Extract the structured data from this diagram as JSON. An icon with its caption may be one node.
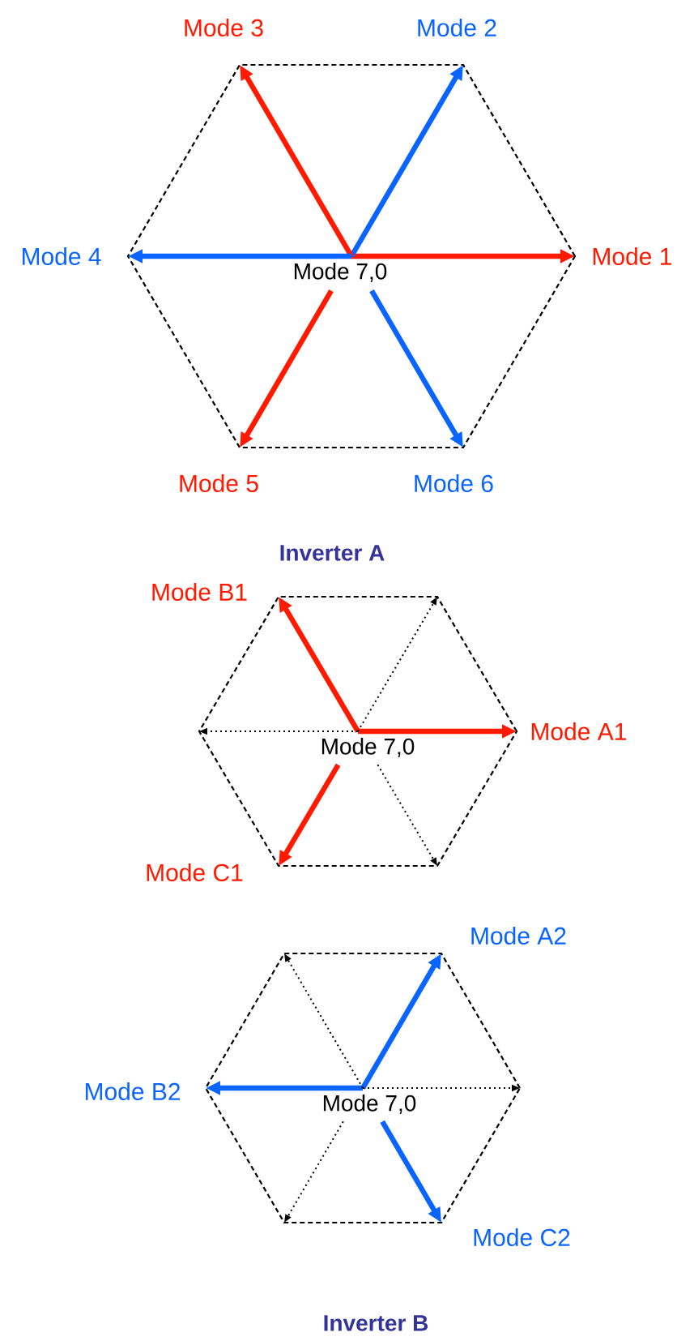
{
  "diagram": {
    "nodes": [
      {
        "text": [
          "Mode 3"
        ]
      },
      {
        "text": [
          "Mode 2"
        ]
      },
      {
        "text": [
          "Mode 4"
        ]
      },
      {
        "text": [
          "Mode 1"
        ]
      },
      {
        "text": [
          "Mode 7,0"
        ]
      },
      {
        "text": [
          "Mode 5"
        ]
      },
      {
        "text": [
          "Mode 6"
        ]
      },
      {
        "text": [
          "Mode B1"
        ]
      },
      {
        "text": [
          "Mode A1"
        ]
      },
      {
        "text": [
          "Mode 7,0"
        ]
      },
      {
        "text": [
          "Mode C1"
        ]
      },
      {
        "text": [
          "Mode A2"
        ]
      },
      {
        "text": [
          "Mode B2"
        ]
      },
      {
        "text": [
          "Mode 7,0"
        ]
      },
      {
        "text": [
          "Mode C2"
        ]
      }
    ],
    "edges": [
      {
        "from": 4,
        "to": 3,
        "arrow": "to",
        "color": "#ff1a00"
      },
      {
        "from": 4,
        "to": 1,
        "arrow": "to",
        "color": "#0a64ff"
      },
      {
        "from": 4,
        "to": 0,
        "arrow": "to",
        "color": "#ff1a00"
      },
      {
        "from": 4,
        "to": 2,
        "arrow": "to",
        "color": "#0a64ff"
      },
      {
        "from": 4,
        "to": 5,
        "arrow": "to",
        "color": "#ff1a00"
      },
      {
        "from": 4,
        "to": 6,
        "arrow": "to",
        "color": "#0a64ff"
      },
      {
        "from": 9,
        "to": 8,
        "arrow": "to",
        "color": "#ff1a00"
      },
      {
        "from": 9,
        "to": 7,
        "arrow": "to",
        "color": "#ff1a00"
      },
      {
        "from": 9,
        "to": 10,
        "arrow": "to",
        "color": "#ff1a00"
      },
      {
        "from": 9,
        "to": null,
        "arrow": "to",
        "style": "dashed",
        "color": "#000000"
      },
      {
        "from": 9,
        "to": null,
        "arrow": "to",
        "style": "dashed",
        "color": "#000000"
      },
      {
        "from": 9,
        "to": null,
        "arrow": "to",
        "style": "dashed",
        "color": "#000000"
      },
      {
        "from": 13,
        "to": 11,
        "arrow": "to",
        "color": "#0a64ff"
      },
      {
        "from": 13,
        "to": 12,
        "arrow": "to",
        "color": "#0a64ff"
      },
      {
        "from": 13,
        "to": 14,
        "arrow": "to",
        "color": "#0a64ff"
      },
      {
        "from": 13,
        "to": null,
        "arrow": "to",
        "style": "dashed",
        "color": "#000000"
      },
      {
        "from": 13,
        "to": null,
        "arrow": "to",
        "style": "dashed",
        "color": "#000000"
      },
      {
        "from": 13,
        "to": null,
        "arrow": "to",
        "style": "dashed",
        "color": "#000000"
      }
    ],
    "labels": [
      "Inverter A",
      "Inverter B"
    ]
  }
}
